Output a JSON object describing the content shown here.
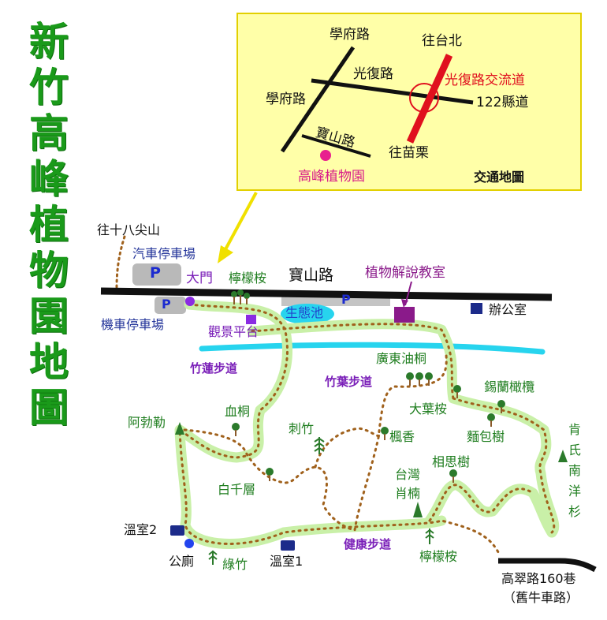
{
  "title_chars": [
    "新",
    "竹",
    "高",
    "峰",
    "植",
    "物",
    "園",
    "地",
    "圖"
  ],
  "inset": {
    "roads": {
      "xuefu_top": "學府路",
      "xuefu_left": "學府路",
      "guangfu": "光復路",
      "baoshan": "寶山路",
      "road122": "122縣道"
    },
    "to_taipei": "往台北",
    "to_miaoli": "往苗栗",
    "interchange": "光復路交流道",
    "garden": "高峰植物園",
    "caption": "交通地圖"
  },
  "map": {
    "to_18_peaks": "往十八尖山",
    "car_parking": "汽車停車場",
    "scooter_parking": "機車停車場",
    "parking_symbol": "P",
    "main_gate": "大門",
    "baoshan_road": "寶山路",
    "interpretation_room": "植物解說教室",
    "office": "辦公室",
    "pond": "生態池",
    "viewing_platform": "觀景平台",
    "trails": {
      "lotus": "竹蓮步道",
      "bamboo_leaf": "竹葉步道",
      "health": "健康步道"
    },
    "plants": {
      "lemon_top": "檸檬桉",
      "tung": "廣東油桐",
      "olive": "錫蘭橄欖",
      "big_leaf": "大葉桉",
      "bread": "麵包樹",
      "araucaria": "肯氏南洋杉",
      "aleppo": "阿勃勒",
      "blood_tung": "血桐",
      "thorn_bamboo": "刺竹",
      "sweetgum": "楓香",
      "cajeput": "白千層",
      "taiwan_nanmu": "台灣肖楠",
      "acacia": "相思樹",
      "green_bamboo": "綠竹",
      "lemon_bottom": "檸檬桉"
    },
    "greenhouse1": "溫室1",
    "greenhouse2": "溫室2",
    "restroom": "公廁",
    "lane": "高翠路160巷",
    "old_road": "（舊牛車路）"
  },
  "colors": {
    "title_green": "#1a9a1a",
    "trail_glow": "#c9f0a8",
    "trail_dots": "#a0611c",
    "stream": "#27d4ee",
    "road": "#111111",
    "inset_bg": "#ffffa8",
    "inset_border": "#e2d000",
    "interchange_red": "#e0101e",
    "arrow_yellow": "#f0e000"
  }
}
